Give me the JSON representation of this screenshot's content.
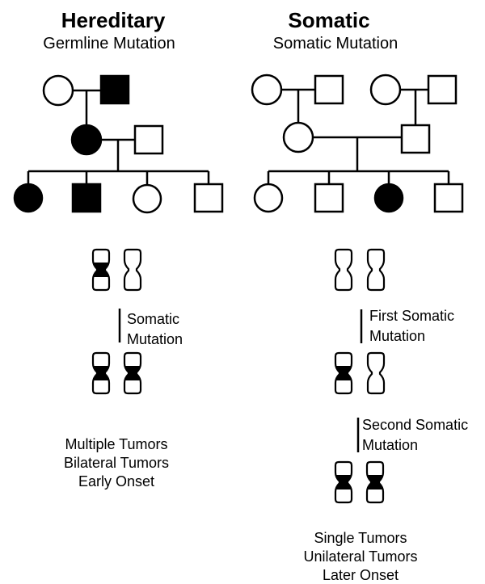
{
  "hereditary": {
    "title": "Hereditary",
    "subtitle": "Germline Mutation",
    "step_label_1": "Somatic",
    "step_label_2": "Mutation",
    "outcomes": [
      "Multiple Tumors",
      "Bilateral Tumors",
      "Early Onset"
    ]
  },
  "somatic": {
    "title": "Somatic",
    "subtitle": "Somatic Mutation",
    "step1_label_1": "First Somatic",
    "step1_label_2": "Mutation",
    "step2_label_1": "Second Somatic",
    "step2_label_2": "Mutation",
    "outcomes": [
      "Single Tumors",
      "Unilateral Tumors",
      "Later Onset"
    ]
  },
  "colors": {
    "affected": "#000000",
    "unaffected": "#ffffff",
    "line": "#000000"
  }
}
